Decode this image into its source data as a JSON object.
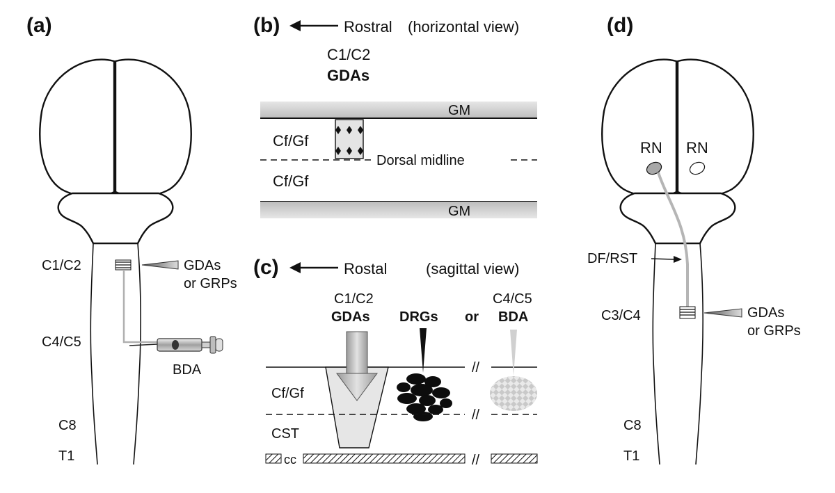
{
  "colors": {
    "ink": "#111111",
    "gray_tract": "#b5b5b5",
    "gm_bar": "#c8c8c8",
    "implant_fill": "#e4e4e4",
    "drg_black": "#0d0d0d",
    "bda_pattern": "#cfcfcf",
    "rn_filled": "#a8a8a8"
  },
  "panel_a": {
    "letter": "(a)",
    "level_top": "C1/C2",
    "level_inject": "C4/C5",
    "level_c8": "C8",
    "level_t1": "T1",
    "graft_label_1": "GDAs",
    "graft_label_2": "or GRPs",
    "tracer_label": "BDA",
    "icons": [
      "brain-outline-icon",
      "graft-stripes-icon",
      "injection-needle-icon",
      "syringe-icon"
    ]
  },
  "panel_b": {
    "letter": "(b)",
    "direction": "Rostral",
    "view": "(horizontal view)",
    "level": "C1/C2",
    "graft": "GDAs",
    "gm_top": "GM",
    "gm_bottom": "GM",
    "column_top": "Cf/Gf",
    "column_bottom": "Cf/Gf",
    "midline": "Dorsal midline"
  },
  "panel_c": {
    "letter": "(c)",
    "direction": "Rostal",
    "view": "(sagittal view)",
    "graft_level": "C1/C2",
    "graft": "GDAs",
    "drgs": "DRGs",
    "or_word": "or",
    "tracer_level": "C4/C5",
    "tracer": "BDA",
    "tract_cf": "Cf/Gf",
    "tract_cst": "CST",
    "canal": "cc",
    "break_marks": "//"
  },
  "panel_d": {
    "letter": "(d)",
    "rn_left": "RN",
    "rn_right": "RN",
    "tract": "DF/RST",
    "level": "C3/C4",
    "graft_label_1": "GDAs",
    "graft_label_2": "or GRPs",
    "level_c8": "C8",
    "level_t1": "T1",
    "icons": [
      "brain-outline-icon",
      "red-nucleus-icon",
      "graft-stripes-icon",
      "injection-needle-icon"
    ]
  }
}
